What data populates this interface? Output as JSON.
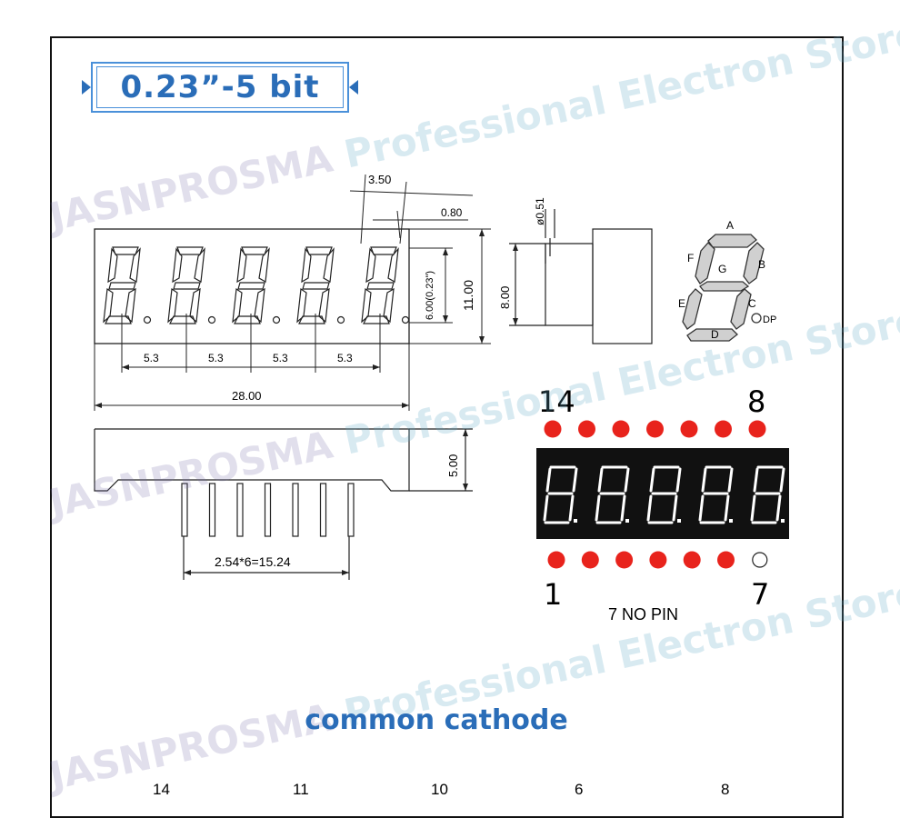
{
  "title": "0.23”-5 bit",
  "caption": "common cathode",
  "watermark": {
    "part1": "JASNPROSMA",
    "part2": "Professional Electron Store"
  },
  "front_view": {
    "dim_top": "3.50",
    "dim_small": "0.80",
    "dim_height_digit": "6.00(0.23\")",
    "dim_height_body": "11.00",
    "pitch_labels": [
      "5.3",
      "5.3",
      "5.3",
      "5.3"
    ],
    "dim_width": "28.00"
  },
  "side_view": {
    "dim_pin": "ø0.51",
    "dim_height": "8.00"
  },
  "bottom_view": {
    "dim_depth": "5.00",
    "dim_pins": "2.54*6=15.24"
  },
  "segment_labels": [
    "A",
    "B",
    "C",
    "D",
    "E",
    "F",
    "G",
    "DP"
  ],
  "pinout": {
    "top_left": "14",
    "top_right": "8",
    "bottom_left": "1",
    "bottom_right": "7",
    "no_pin_note": "7 NO PIN"
  },
  "bottom_numbers": [
    "14",
    "11",
    "10",
    "6",
    "8"
  ],
  "colors": {
    "pin_red": "#e8231c",
    "display_bg": "#111111",
    "title_blue": "#2a6db8"
  }
}
